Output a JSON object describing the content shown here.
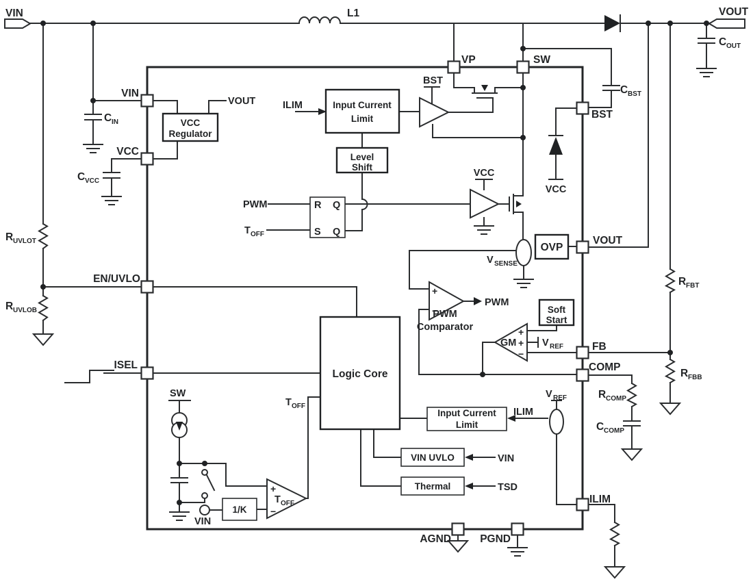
{
  "io": {
    "vin": "VIN",
    "vout": "VOUT"
  },
  "passives": {
    "l1": "L1",
    "cin": {
      "base": "C",
      "sub": "IN"
    },
    "cvcc": {
      "base": "C",
      "sub": "VCC"
    },
    "cout": {
      "base": "C",
      "sub": "OUT"
    },
    "cbst": {
      "base": "C",
      "sub": "BST"
    },
    "ruvlot": {
      "base": "R",
      "sub": "UVLOT"
    },
    "ruvlob": {
      "base": "R",
      "sub": "UVLOB"
    },
    "rfbt": {
      "base": "R",
      "sub": "FBT"
    },
    "rfbb": {
      "base": "R",
      "sub": "FBB"
    },
    "rcomp": {
      "base": "R",
      "sub": "COMP"
    },
    "ccomp": {
      "base": "C",
      "sub": "COMP"
    }
  },
  "pins": {
    "vin": "VIN",
    "vcc": "VCC",
    "en_uvlo": "EN/UVLO",
    "isel": "ISEL",
    "vp": "VP",
    "sw": "SW",
    "bst": "BST",
    "vout": "VOUT",
    "fb": "FB",
    "comp": "COMP",
    "ilim": "ILIM",
    "agnd": "AGND",
    "pgnd": "PGND"
  },
  "blocks": {
    "vcc_regulator": {
      "line1": "VCC",
      "line2": "Regulator"
    },
    "icl_top": {
      "line1": "Input Current",
      "line2": "Limit"
    },
    "level_shift": {
      "line1": "Level",
      "line2": "Shift"
    },
    "logic_core": {
      "line1": "Logic Core"
    },
    "ovp": {
      "line1": "OVP"
    },
    "soft_start": {
      "line1": "Soft",
      "line2": "Start"
    },
    "icl_bottom": {
      "line1": "Input Current",
      "line2": "Limit"
    },
    "vin_uvlo": {
      "line1": "VIN UVLO"
    },
    "thermal": {
      "line1": "Thermal"
    },
    "k_divider": {
      "line1": "1/K"
    }
  },
  "latch": {
    "r": "R",
    "s": "S",
    "q": "Q",
    "qb": "Q"
  },
  "signals": {
    "pwm_in": "PWM",
    "toff_in": {
      "base": "T",
      "sub": "OFF"
    },
    "ilim_top": "ILIM",
    "bst_rail": "BST",
    "vcc_rail": "VCC",
    "vcc_boot": "VCC",
    "vout_reg": "VOUT",
    "vsense": {
      "base": "V",
      "sub": "SENSE"
    },
    "pwm_out": "PWM",
    "pwm_comp_1": "PWM",
    "pwm_comp_2": "Comparator",
    "gm": "GM",
    "vref_gm": {
      "base": "V",
      "sub": "REF"
    },
    "vref_src": {
      "base": "V",
      "sub": "REF"
    },
    "ilim_bottom": "ILIM",
    "vin_sig": "VIN",
    "tsd": "TSD",
    "sw_sense": "SW",
    "vin_node": "VIN",
    "toff_net": {
      "base": "T",
      "sub": "OFF"
    },
    "toff_comp": {
      "base": "T",
      "sub": "OFF"
    }
  },
  "sym": {
    "plus": "+",
    "minus": "−"
  },
  "colors": {
    "ink": "#2b2d2f",
    "background": "#ffffff"
  }
}
